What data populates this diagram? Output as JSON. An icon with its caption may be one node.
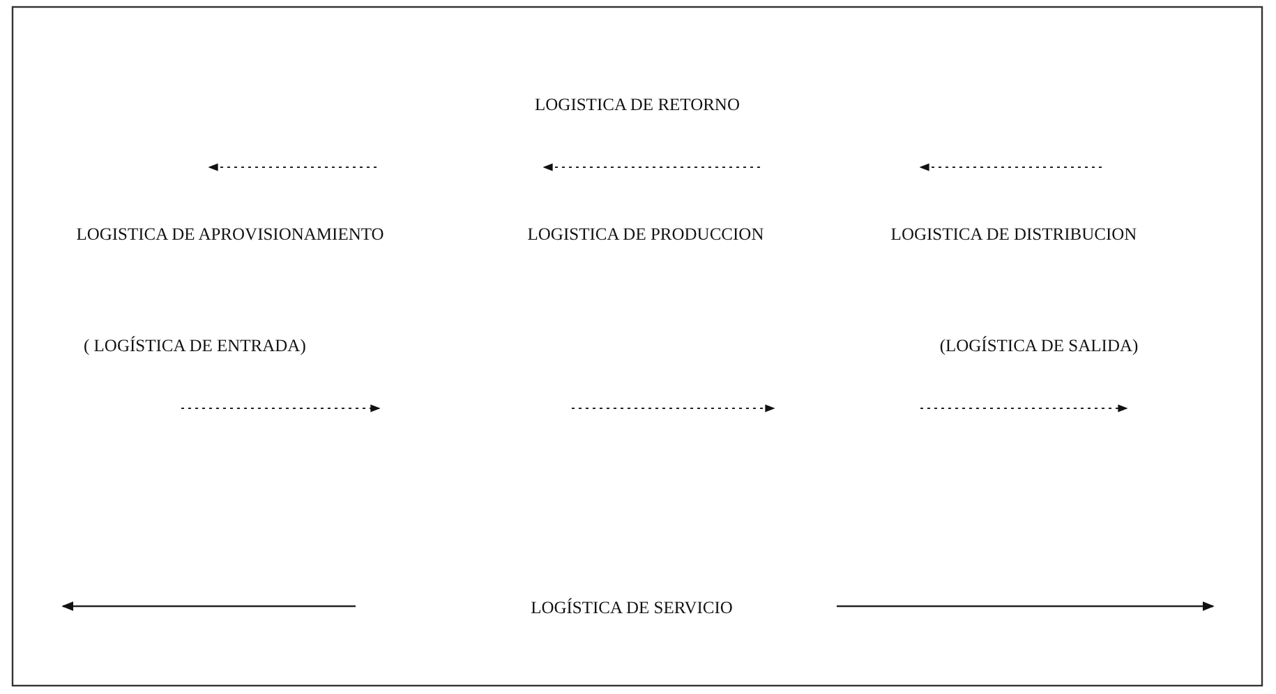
{
  "diagram": {
    "labels": [
      "LOGISTICA DE RETORNO",
      "LOGISTICA DE APROVISIONAMIENTO",
      "LOGISTICA DE PRODUCCION",
      "LOGISTICA DE DISTRIBUCION",
      "( LOGÍSTICA DE ENTRADA)",
      "(LOGÍSTICA DE SALIDA)",
      "LOGÍSTICA DE SERVICIO"
    ]
  }
}
